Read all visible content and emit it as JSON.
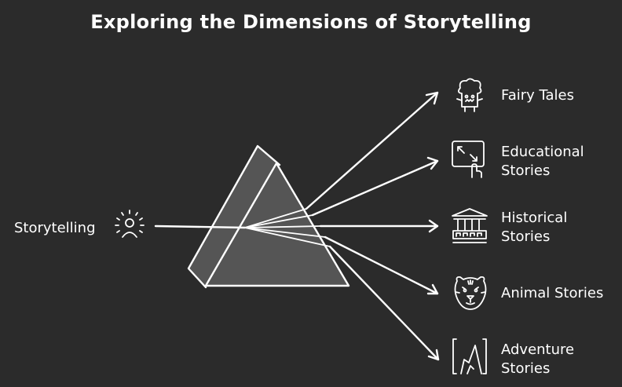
{
  "title": "Exploring the Dimensions of Storytelling",
  "source": {
    "label": "Storytelling",
    "icon": "person-radiance-icon"
  },
  "outputs": [
    {
      "label": "Fairy Tales",
      "icon": "tree-monster-icon"
    },
    {
      "label": "Educational Stories",
      "icon": "interactive-screen-icon"
    },
    {
      "label": "Historical Stories",
      "icon": "temple-icon"
    },
    {
      "label": "Animal Stories",
      "icon": "tiger-face-icon"
    },
    {
      "label": "Adventure Stories",
      "icon": "mountain-icon"
    }
  ],
  "colors": {
    "background": "#2b2b2b",
    "stroke": "#ffffff",
    "prism_fill": "#5a5a5a"
  }
}
